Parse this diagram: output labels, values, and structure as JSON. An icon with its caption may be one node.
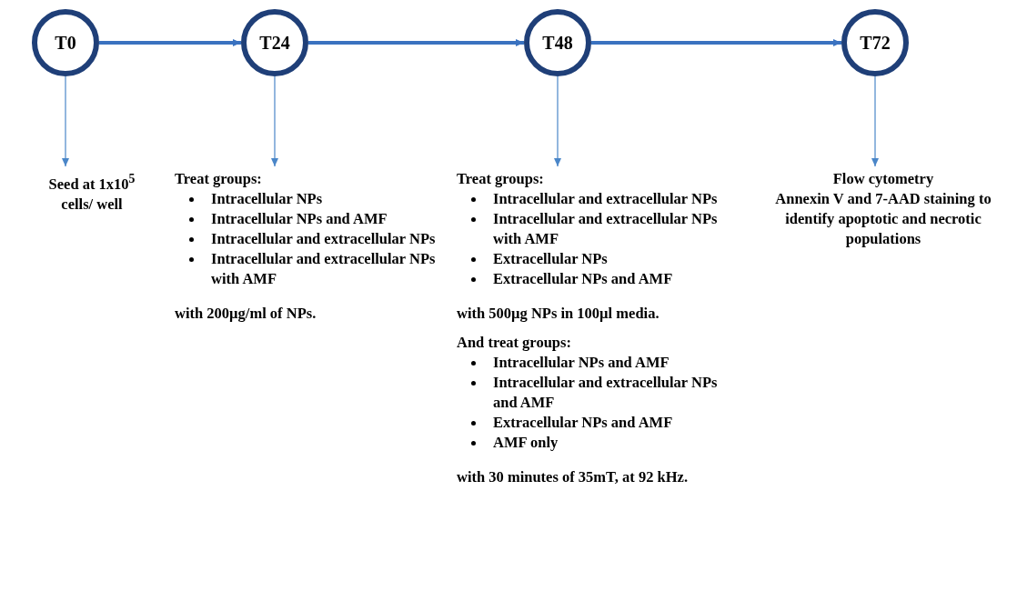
{
  "diagram": {
    "nodes": [
      {
        "text": [
          "T0"
        ]
      },
      {
        "text": [
          "T24"
        ]
      },
      {
        "text": [
          "T48"
        ]
      },
      {
        "text": [
          "T72"
        ]
      },
      {
        "text": [
          "Seed at 1x10$^{5}$ cells/ well"
        ]
      },
      {
        "text": [
          "Treat groups:",
          "Intracellular NPs",
          "Intracellular NPs and AMF",
          "Intracellular and extracellular NPs",
          "Intracellular and extracellular NPs with AMF",
          "with 200µg/ml of NPs."
        ]
      },
      {
        "text": [
          "Treat groups:",
          "Intracellular and extracellular NPs",
          "Intracellular and extracellular NPs with AMF",
          "Extracellular NPs",
          "Extracellular NPs and AMF",
          "with 500µg NPs in 100µl media.",
          "And treat groups:",
          "Intracellular NPs and AMF",
          "Intracellular and extracellular NPs and AMF",
          "Extracellular NPs and AMF",
          "AMF only",
          "with 30 minutes of 35mT, at 92 kHz."
        ]
      },
      {
        "text": [
          "Flow cytometry",
          "Annexin V and 7-AAD staining to identify apoptotic and necrotic populations"
        ]
      }
    ],
    "edges": [
      {
        "from": 0,
        "to": 1,
        "arrow": "to",
        "style": "thick"
      },
      {
        "from": 1,
        "to": 2,
        "arrow": "to",
        "style": "thick"
      },
      {
        "from": 2,
        "to": 3,
        "arrow": "to",
        "style": "thick"
      },
      {
        "from": 0,
        "to": 4,
        "arrow": "to"
      },
      {
        "from": 1,
        "to": 5,
        "arrow": "to"
      },
      {
        "from": 2,
        "to": 6,
        "arrow": "to"
      },
      {
        "from": 3,
        "to": 7,
        "arrow": "to"
      }
    ]
  }
}
